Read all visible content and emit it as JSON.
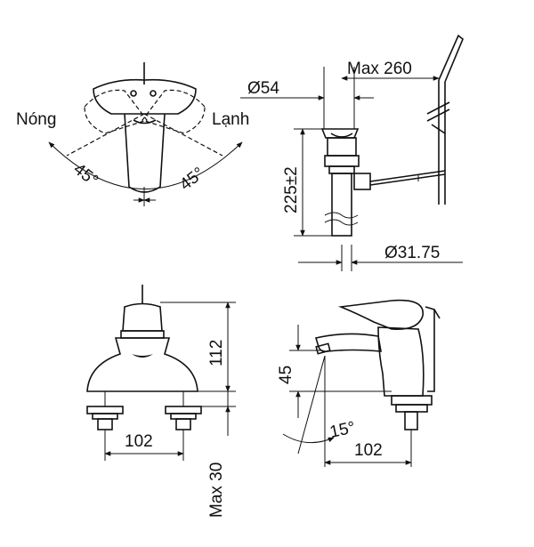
{
  "labels": {
    "hot": "Nóng",
    "cold": "Lạnh",
    "angle_left": "45°",
    "angle_right": "45°",
    "drain_diameter": "Ø54",
    "max_reach": "Max 260",
    "drain_height": "225±2",
    "pipe_diameter": "Ø31.75",
    "front_height": "112",
    "front_width": "102",
    "max_depth": "Max 30",
    "spout_height": "45",
    "spout_angle": "15°",
    "side_width": "102"
  }
}
